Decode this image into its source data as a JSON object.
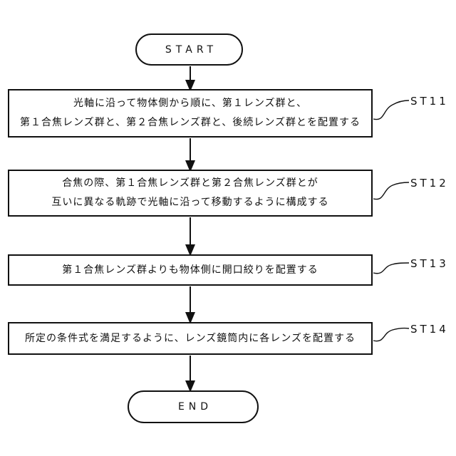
{
  "flowchart": {
    "title_semantic": "lens-design-method-flowchart",
    "start_label": "START",
    "end_label": "END",
    "line_color": "#111111",
    "background_color": "#ffffff",
    "steps": [
      {
        "id": "ST11",
        "lines": [
          "光軸に沿って物体側から順に、第１レンズ群と、",
          "第１合焦レンズ群と、第２合焦レンズ群と、後続レンズ群とを配置する"
        ]
      },
      {
        "id": "ST12",
        "lines": [
          "合焦の際、第１合焦レンズ群と第２合焦レンズ群とが",
          "互いに異なる軌跡で光軸に沿って移動するように構成する"
        ]
      },
      {
        "id": "ST13",
        "lines": [
          "第１合焦レンズ群よりも物体側に開口絞りを配置する"
        ]
      },
      {
        "id": "ST14",
        "lines": [
          "所定の条件式を満足するように、レンズ鏡筒内に各レンズを配置する"
        ]
      }
    ]
  }
}
